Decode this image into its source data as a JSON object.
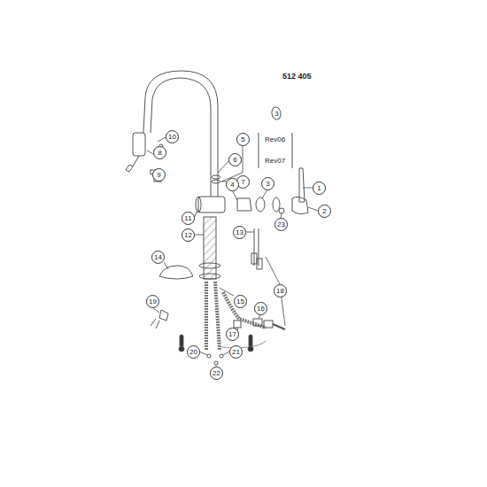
{
  "diagram": {
    "labels": [
      "512 405",
      "3",
      "Rev06",
      "Rev07",
      "10",
      "8",
      "9",
      "5",
      "6",
      "7",
      "4",
      "3",
      "1",
      "2",
      "23",
      "11",
      "12",
      "13",
      "14",
      "18",
      "15",
      "16",
      "19",
      "17",
      "20",
      "21",
      "22"
    ]
  }
}
